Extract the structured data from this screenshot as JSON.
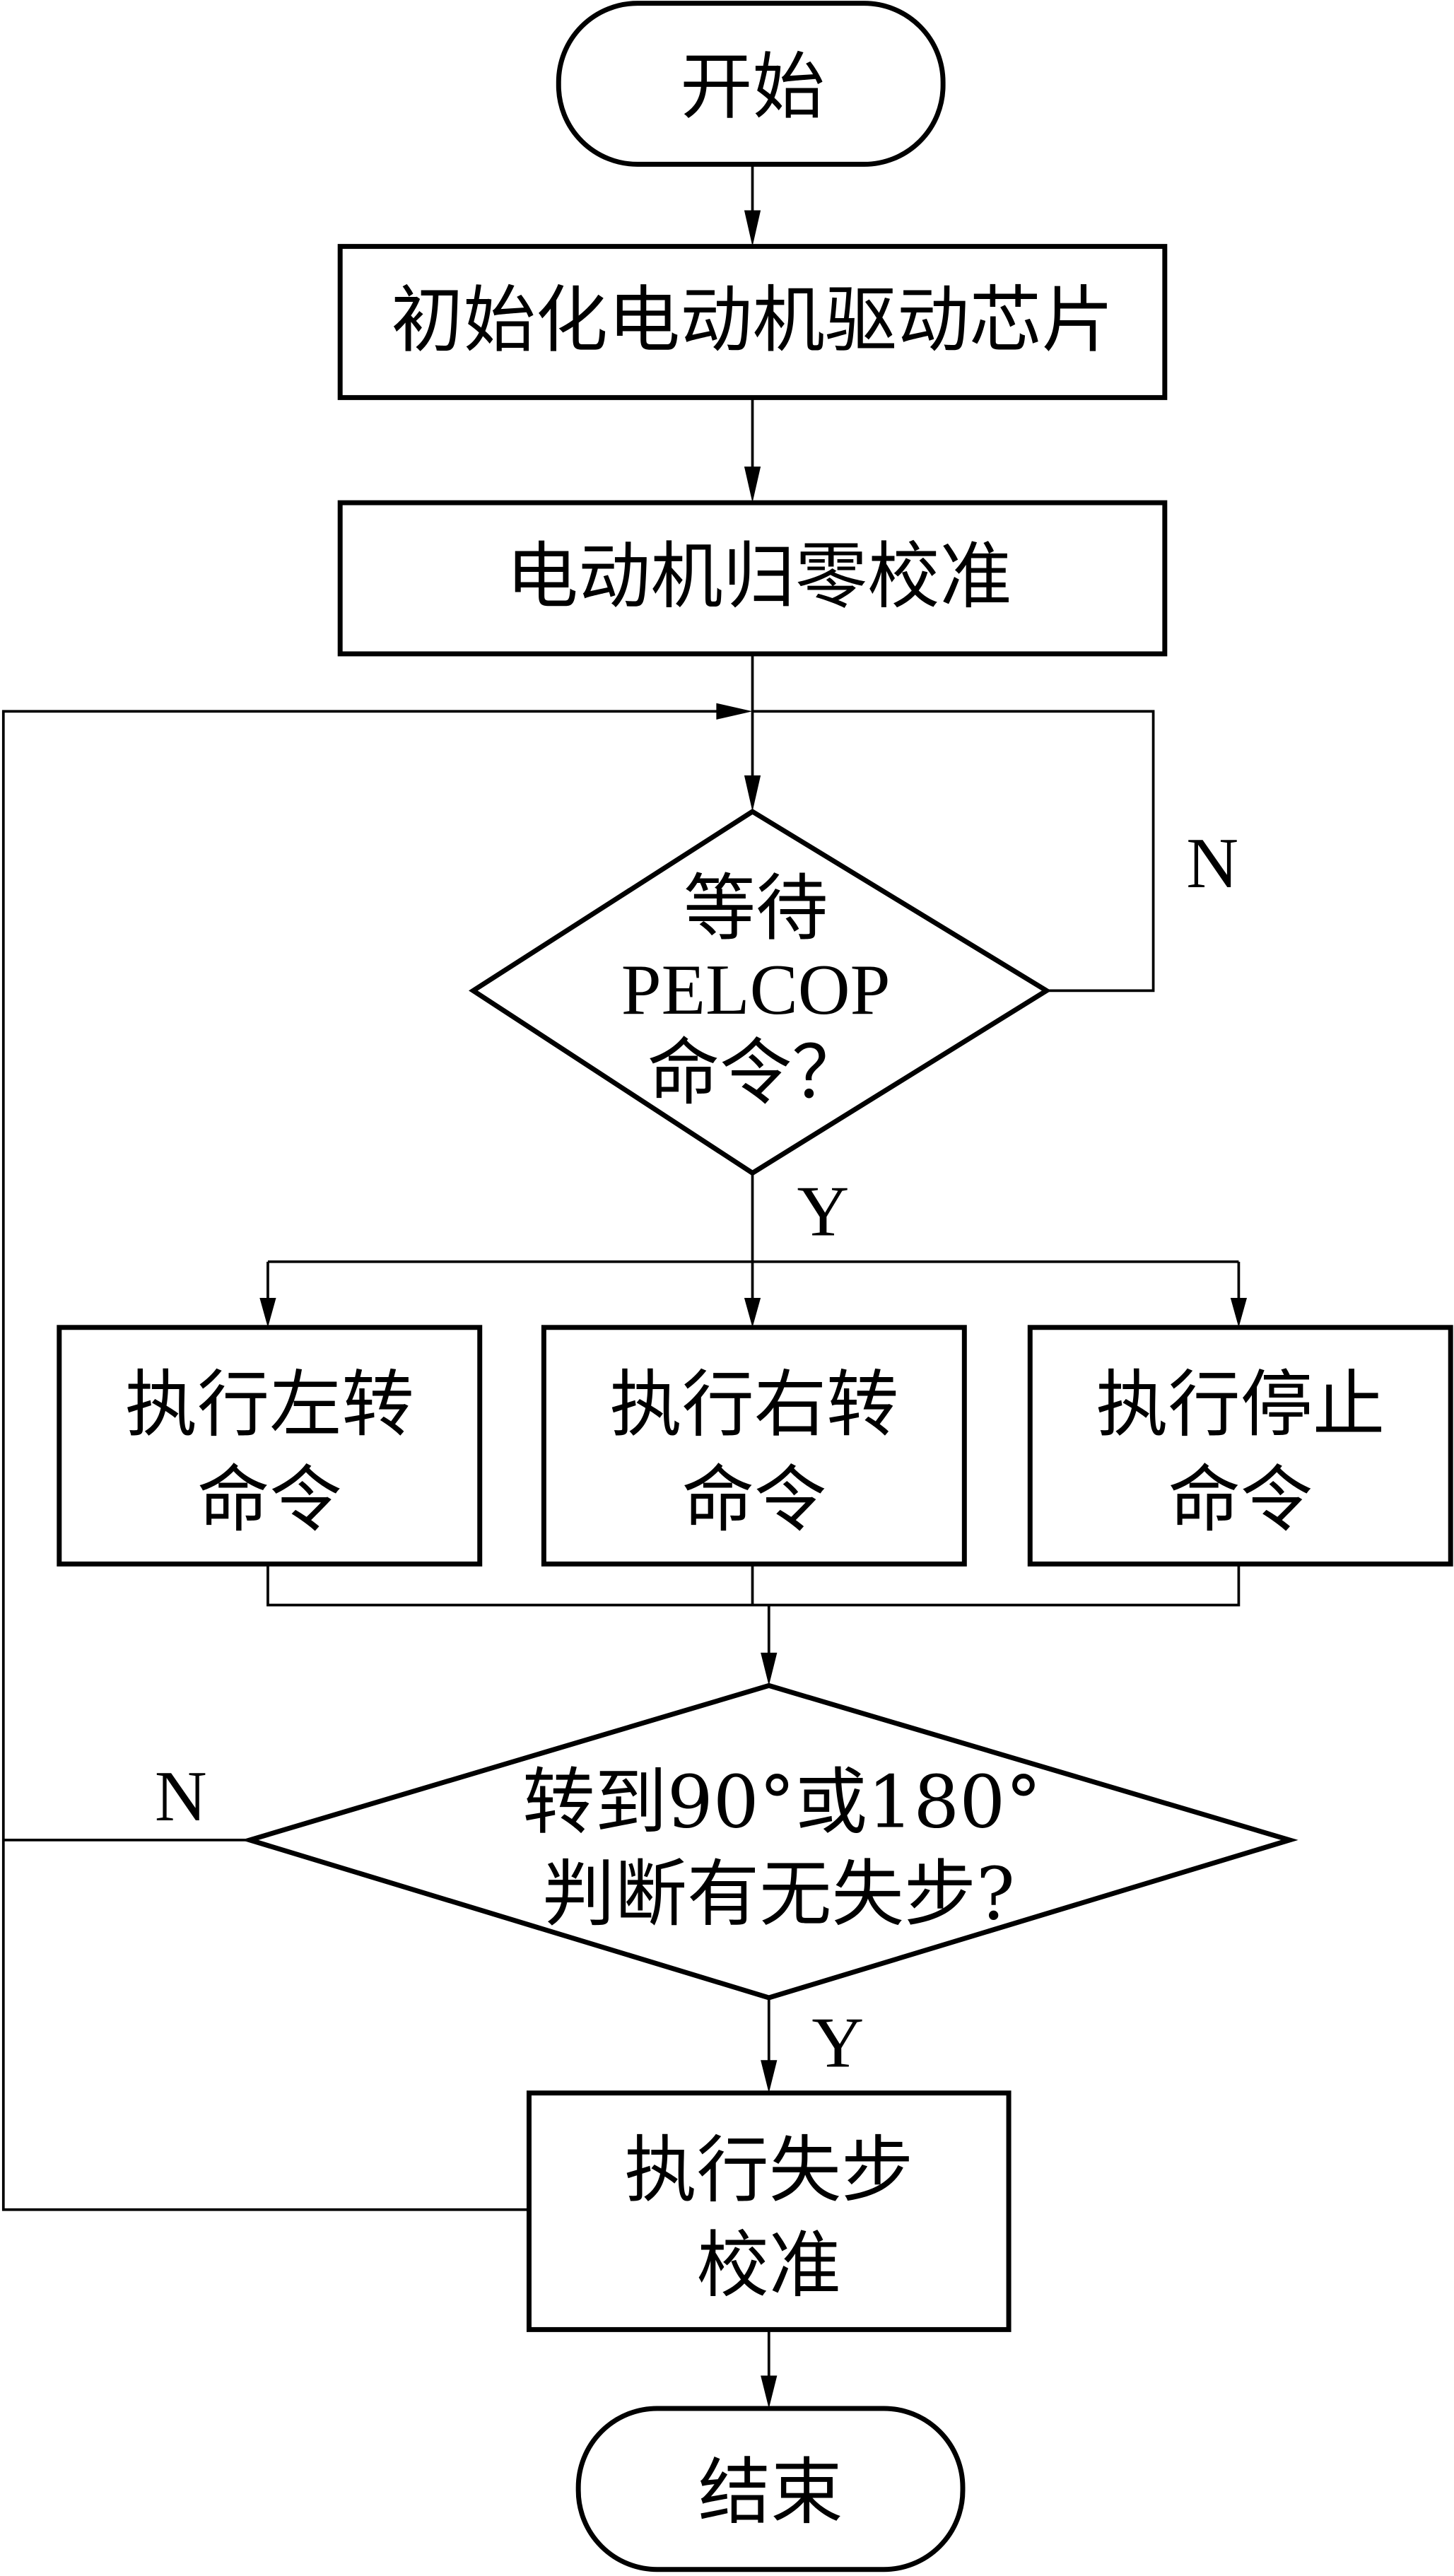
{
  "diagram": {
    "type": "flowchart",
    "nodes": {
      "start": {
        "shape": "terminal",
        "label": "开始"
      },
      "init": {
        "shape": "process",
        "label": "初始化电动机驱动芯片"
      },
      "zero": {
        "shape": "process",
        "label": "电动机归零校准"
      },
      "wait": {
        "shape": "decision",
        "lines": [
          "等待",
          "PELCOP",
          "命令？"
        ]
      },
      "left": {
        "shape": "process",
        "lines": [
          "执行左转",
          "命令"
        ]
      },
      "right": {
        "shape": "process",
        "lines": [
          "执行右转",
          "命令"
        ]
      },
      "stop": {
        "shape": "process",
        "lines": [
          "执行停止",
          "命令"
        ]
      },
      "check": {
        "shape": "decision",
        "lines": [
          "转到90°或180°",
          "判断有无失步?"
        ]
      },
      "calib": {
        "shape": "process",
        "lines": [
          "执行失步",
          "校准"
        ]
      },
      "end": {
        "shape": "terminal",
        "label": "结束"
      }
    },
    "edge_labels": {
      "wait_no": "N",
      "wait_yes": "Y",
      "check_no": "N",
      "check_yes": "Y"
    }
  }
}
